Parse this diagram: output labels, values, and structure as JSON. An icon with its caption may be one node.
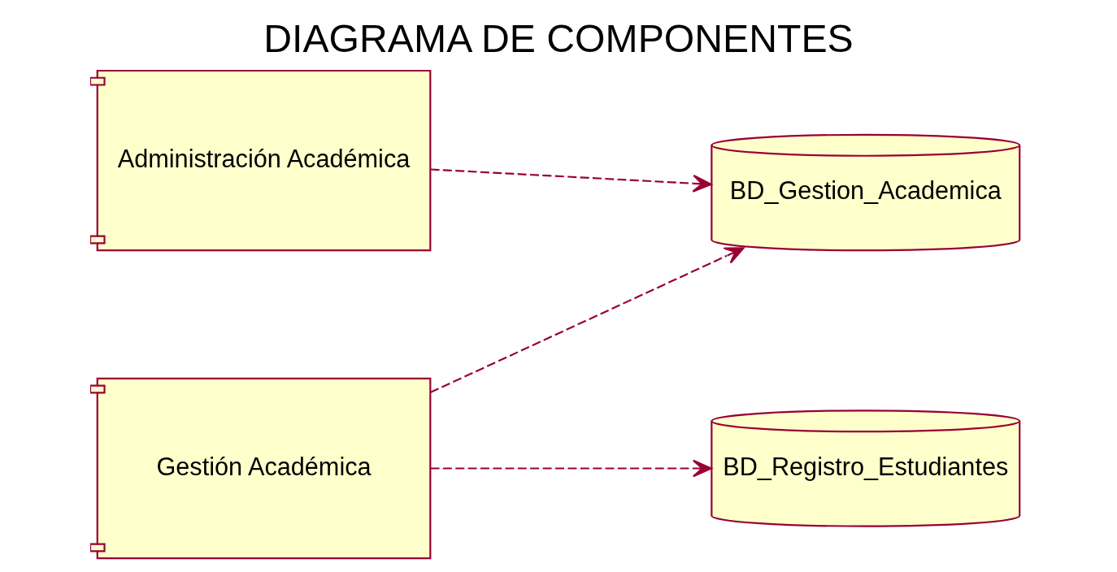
{
  "diagram": {
    "title": "DIAGRAMA DE COMPONENTES",
    "nodes": [
      {
        "text": [
          "Administración Académica"
        ]
      },
      {
        "text": [
          "BD_Gestion_Academica"
        ]
      },
      {
        "text": [
          "Gestión Académica"
        ]
      },
      {
        "text": [
          "BD_Registro_Estudiantes"
        ]
      }
    ],
    "edges": [
      {
        "from": 0,
        "to": 1,
        "arrow": "to",
        "style": "dashed"
      },
      {
        "from": 2,
        "to": 1,
        "arrow": "to",
        "style": "dashed"
      },
      {
        "from": 2,
        "to": 3,
        "arrow": "to",
        "style": "dashed"
      }
    ]
  }
}
